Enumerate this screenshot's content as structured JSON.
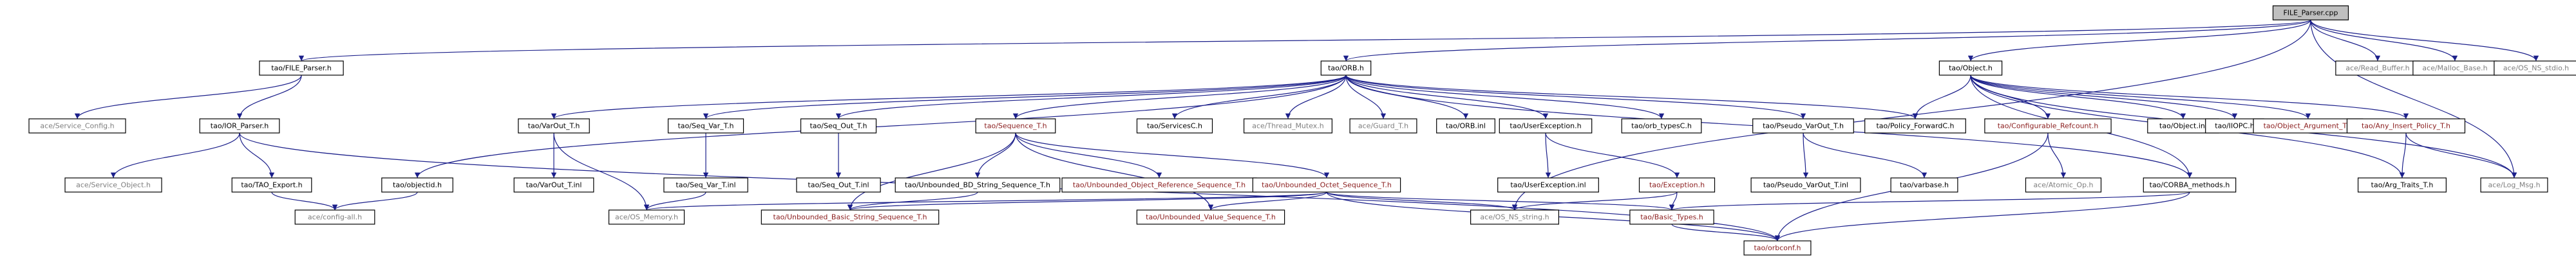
{
  "graph": {
    "root": "FILE_Parser.cpp",
    "colors": {
      "edge": "#1b1f8a",
      "root_fill": "#bfbfbf",
      "node_fill": "#ffffff",
      "node_border": "#000000",
      "text_default": "#000000",
      "text_linked": "#8b1e1e",
      "text_external": "#7f7f7f"
    },
    "nodes": [
      {
        "id": "n_root",
        "label": "FILE_Parser.cpp",
        "kind": "root"
      },
      {
        "id": "n_file_parser_h",
        "label": "tao/FILE_Parser.h",
        "kind": "normal"
      },
      {
        "id": "n_orb_h",
        "label": "tao/ORB.h",
        "kind": "normal"
      },
      {
        "id": "n_object_h",
        "label": "tao/Object.h",
        "kind": "normal"
      },
      {
        "id": "n_read_buffer",
        "label": "ace/Read_Buffer.h",
        "kind": "external"
      },
      {
        "id": "n_malloc_base",
        "label": "ace/Malloc_Base.h",
        "kind": "external"
      },
      {
        "id": "n_os_ns_stdio",
        "label": "ace/OS_NS_stdio.h",
        "kind": "external"
      },
      {
        "id": "n_service_config",
        "label": "ace/Service_Config.h",
        "kind": "external"
      },
      {
        "id": "n_ior_parser",
        "label": "tao/IOR_Parser.h",
        "kind": "normal"
      },
      {
        "id": "n_service_object",
        "label": "ace/Service_Object.h",
        "kind": "external"
      },
      {
        "id": "n_tao_export",
        "label": "tao/TAO_Export.h",
        "kind": "normal"
      },
      {
        "id": "n_config_all",
        "label": "ace/config-all.h",
        "kind": "external"
      },
      {
        "id": "n_objectid",
        "label": "tao/objectid.h",
        "kind": "normal"
      },
      {
        "id": "n_varout_t",
        "label": "tao/VarOut_T.h",
        "kind": "normal"
      },
      {
        "id": "n_varout_t_inl",
        "label": "tao/VarOut_T.inl",
        "kind": "normal"
      },
      {
        "id": "n_seq_var_t",
        "label": "tao/Seq_Var_T.h",
        "kind": "normal"
      },
      {
        "id": "n_seq_var_t_inl",
        "label": "tao/Seq_Var_T.inl",
        "kind": "normal"
      },
      {
        "id": "n_seq_out_t",
        "label": "tao/Seq_Out_T.h",
        "kind": "normal"
      },
      {
        "id": "n_seq_out_t_inl",
        "label": "tao/Seq_Out_T.inl",
        "kind": "normal"
      },
      {
        "id": "n_os_memory",
        "label": "ace/OS_Memory.h",
        "kind": "external"
      },
      {
        "id": "n_sequence_t",
        "label": "tao/Sequence_T.h",
        "kind": "linked"
      },
      {
        "id": "n_unb_bd_string",
        "label": "tao/Unbounded_BD_String_Sequence_T.h",
        "kind": "normal"
      },
      {
        "id": "n_unb_obj_ref",
        "label": "tao/Unbounded_Object_Reference_Sequence_T.h",
        "kind": "linked"
      },
      {
        "id": "n_unb_basic_string",
        "label": "tao/Unbounded_Basic_String_Sequence_T.h",
        "kind": "linked"
      },
      {
        "id": "n_unb_octet",
        "label": "tao/Unbounded_Octet_Sequence_T.h",
        "kind": "linked"
      },
      {
        "id": "n_unb_value",
        "label": "tao/Unbounded_Value_Sequence_T.h",
        "kind": "linked"
      },
      {
        "id": "n_servicesc",
        "label": "tao/ServicesC.h",
        "kind": "normal"
      },
      {
        "id": "n_thread_mutex",
        "label": "ace/Thread_Mutex.h",
        "kind": "external"
      },
      {
        "id": "n_guard_t",
        "label": "ace/Guard_T.h",
        "kind": "external"
      },
      {
        "id": "n_orb_inl",
        "label": "tao/ORB.inl",
        "kind": "normal"
      },
      {
        "id": "n_user_exception",
        "label": "tao/UserException.h",
        "kind": "normal"
      },
      {
        "id": "n_user_exception_inl",
        "label": "tao/UserException.inl",
        "kind": "normal"
      },
      {
        "id": "n_exception",
        "label": "tao/Exception.h",
        "kind": "linked"
      },
      {
        "id": "n_os_ns_string",
        "label": "ace/OS_NS_string.h",
        "kind": "external"
      },
      {
        "id": "n_basic_types",
        "label": "tao/Basic_Types.h",
        "kind": "linked"
      },
      {
        "id": "n_orbconf",
        "label": "tao/orbconf.h",
        "kind": "linked"
      },
      {
        "id": "n_orb_typesc",
        "label": "tao/orb_typesC.h",
        "kind": "normal"
      },
      {
        "id": "n_pseudo_varout",
        "label": "tao/Pseudo_VarOut_T.h",
        "kind": "normal"
      },
      {
        "id": "n_pseudo_varout_inl",
        "label": "tao/Pseudo_VarOut_T.inl",
        "kind": "normal"
      },
      {
        "id": "n_varbase",
        "label": "tao/varbase.h",
        "kind": "normal"
      },
      {
        "id": "n_policy_forwardc",
        "label": "tao/Policy_ForwardC.h",
        "kind": "normal"
      },
      {
        "id": "n_atomic_op",
        "label": "ace/Atomic_Op.h",
        "kind": "external"
      },
      {
        "id": "n_configurable_refcount",
        "label": "tao/Configurable_Refcount.h",
        "kind": "linked"
      },
      {
        "id": "n_corba_methods",
        "label": "tao/CORBA_methods.h",
        "kind": "normal"
      },
      {
        "id": "n_object_inl",
        "label": "tao/Object.inl",
        "kind": "normal"
      },
      {
        "id": "n_iiopc",
        "label": "tao/IIOPC.h",
        "kind": "normal"
      },
      {
        "id": "n_object_argument",
        "label": "tao/Object_Argument_T.h",
        "kind": "linked"
      },
      {
        "id": "n_any_insert_policy",
        "label": "tao/Any_Insert_Policy_T.h",
        "kind": "linked"
      },
      {
        "id": "n_arg_traits",
        "label": "tao/Arg_Traits_T.h",
        "kind": "normal"
      },
      {
        "id": "n_log_msg",
        "label": "ace/Log_Msg.h",
        "kind": "external"
      }
    ],
    "edges": [
      [
        "n_root",
        "n_file_parser_h"
      ],
      [
        "n_root",
        "n_orb_h"
      ],
      [
        "n_root",
        "n_object_h"
      ],
      [
        "n_root",
        "n_read_buffer"
      ],
      [
        "n_root",
        "n_malloc_base"
      ],
      [
        "n_root",
        "n_os_ns_stdio"
      ],
      [
        "n_root",
        "n_os_ns_string"
      ],
      [
        "n_root",
        "n_log_msg"
      ],
      [
        "n_file_parser_h",
        "n_service_config"
      ],
      [
        "n_file_parser_h",
        "n_ior_parser"
      ],
      [
        "n_ior_parser",
        "n_service_object"
      ],
      [
        "n_ior_parser",
        "n_tao_export"
      ],
      [
        "n_ior_parser",
        "n_orbconf"
      ],
      [
        "n_tao_export",
        "n_config_all"
      ],
      [
        "n_orb_h",
        "n_objectid"
      ],
      [
        "n_orb_h",
        "n_varout_t"
      ],
      [
        "n_orb_h",
        "n_seq_var_t"
      ],
      [
        "n_orb_h",
        "n_seq_out_t"
      ],
      [
        "n_orb_h",
        "n_sequence_t"
      ],
      [
        "n_orb_h",
        "n_servicesc"
      ],
      [
        "n_orb_h",
        "n_thread_mutex"
      ],
      [
        "n_orb_h",
        "n_guard_t"
      ],
      [
        "n_orb_h",
        "n_orb_inl"
      ],
      [
        "n_orb_h",
        "n_user_exception"
      ],
      [
        "n_orb_h",
        "n_orb_typesc"
      ],
      [
        "n_orb_h",
        "n_pseudo_varout"
      ],
      [
        "n_orb_h",
        "n_policy_forwardc"
      ],
      [
        "n_orb_h",
        "n_corba_methods"
      ],
      [
        "n_objectid",
        "n_config_all"
      ],
      [
        "n_varout_t",
        "n_varout_t_inl"
      ],
      [
        "n_varout_t",
        "n_os_memory"
      ],
      [
        "n_seq_var_t",
        "n_seq_var_t_inl"
      ],
      [
        "n_seq_out_t",
        "n_seq_out_t_inl"
      ],
      [
        "n_seq_var_t_inl",
        "n_os_memory"
      ],
      [
        "n_sequence_t",
        "n_unb_bd_string"
      ],
      [
        "n_sequence_t",
        "n_unb_obj_ref"
      ],
      [
        "n_sequence_t",
        "n_unb_octet"
      ],
      [
        "n_sequence_t",
        "n_unb_value"
      ],
      [
        "n_sequence_t",
        "n_unb_basic_string"
      ],
      [
        "n_unb_bd_string",
        "n_unb_basic_string"
      ],
      [
        "n_unb_octet",
        "n_os_memory"
      ],
      [
        "n_unb_octet",
        "n_unb_basic_string"
      ],
      [
        "n_unb_octet",
        "n_unb_value"
      ],
      [
        "n_unb_octet",
        "n_os_ns_string"
      ],
      [
        "n_unb_octet",
        "n_basic_types"
      ],
      [
        "n_unb_octet",
        "n_orbconf"
      ],
      [
        "n_user_exception",
        "n_user_exception_inl"
      ],
      [
        "n_user_exception",
        "n_exception"
      ],
      [
        "n_exception",
        "n_os_ns_string"
      ],
      [
        "n_exception",
        "n_basic_types"
      ],
      [
        "n_basic_types",
        "n_orbconf"
      ],
      [
        "n_pseudo_varout",
        "n_pseudo_varout_inl"
      ],
      [
        "n_pseudo_varout",
        "n_varbase"
      ],
      [
        "n_object_h",
        "n_policy_forwardc"
      ],
      [
        "n_object_h",
        "n_configurable_refcount"
      ],
      [
        "n_object_h",
        "n_object_inl"
      ],
      [
        "n_object_h",
        "n_iiopc"
      ],
      [
        "n_object_h",
        "n_object_argument"
      ],
      [
        "n_object_h",
        "n_any_insert_policy"
      ],
      [
        "n_object_h",
        "n_arg_traits"
      ],
      [
        "n_object_h",
        "n_corba_methods"
      ],
      [
        "n_object_h",
        "n_log_msg"
      ],
      [
        "n_configurable_refcount",
        "n_atomic_op"
      ],
      [
        "n_configurable_refcount",
        "n_orbconf"
      ],
      [
        "n_any_insert_policy",
        "n_arg_traits"
      ],
      [
        "n_any_insert_policy",
        "n_log_msg"
      ],
      [
        "n_corba_methods",
        "n_basic_types"
      ],
      [
        "n_corba_methods",
        "n_orbconf"
      ]
    ]
  }
}
